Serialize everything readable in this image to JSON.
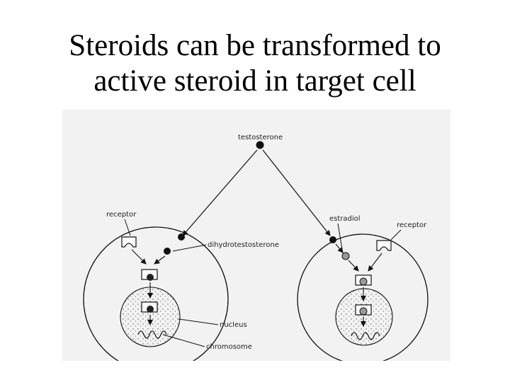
{
  "title": {
    "line1": "Steroids can be transformed to",
    "line2": "active steroid in target cell"
  },
  "diagram": {
    "labels": {
      "testosterone": "testosterone",
      "receptor_left": "receptor",
      "dihydrotestosterone": "dihydrotestosterone",
      "estradiol": "estradiol",
      "receptor_right": "receptor",
      "nucleus": "nucleus",
      "chromosome": "chromosome"
    }
  }
}
